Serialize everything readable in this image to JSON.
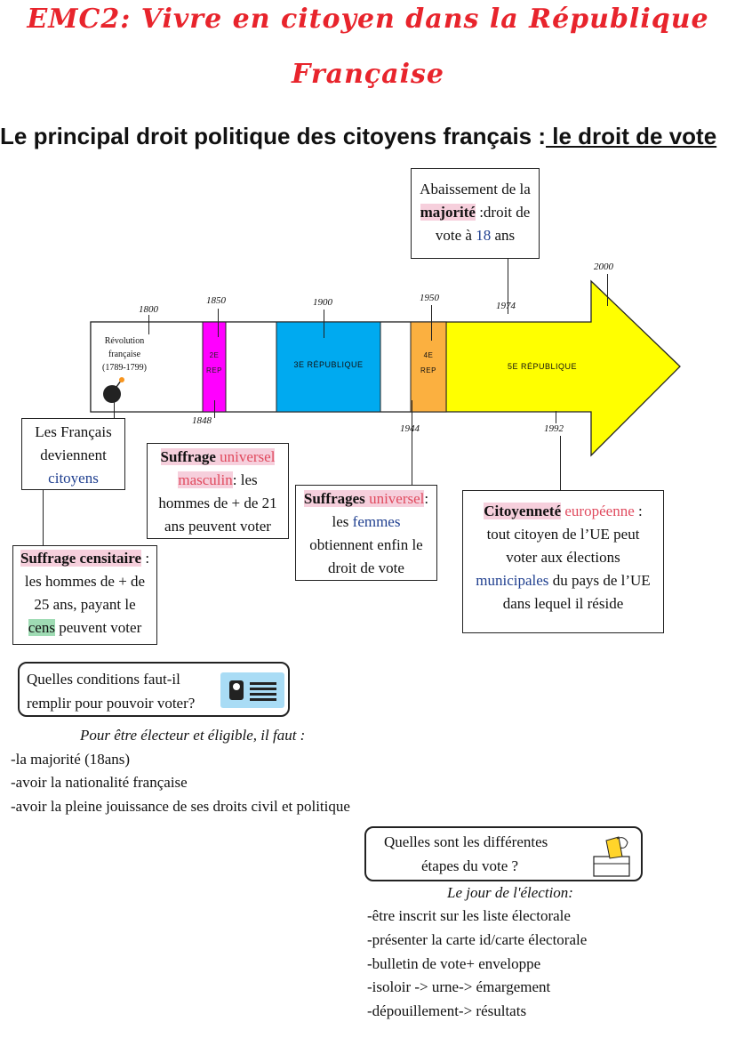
{
  "title": {
    "line1": "EMC2: Vivre en citoyen dans la République",
    "line2": "Française"
  },
  "subtitle": {
    "lead": "Le principal droit politique des citoyens français :",
    "underlined": " le droit de vote"
  },
  "timeline": {
    "years": [
      "1800",
      "1850",
      "1900",
      "1950",
      "2000",
      "1974",
      "1848",
      "1944",
      "1992"
    ],
    "revolution": {
      "l1": "Révolution",
      "l2": "française",
      "l3": "(1789-1799)"
    },
    "eras": {
      "rep2": [
        "2E",
        "REP"
      ],
      "rep3": "3E RÉPUBLIQUE",
      "rep4": [
        "4E",
        "REP"
      ],
      "rep5": "5E RÉPUBLIQUE"
    },
    "colors": {
      "arrow": "#ffff00",
      "rep2": "#ff00ff",
      "rep3": "#00aaf0",
      "rep4": "#fbb040"
    }
  },
  "boxes": {
    "majorite": {
      "p1": "Abaissement de la",
      "b": "majorité",
      "p2": " :droit de",
      "p3": "vote à ",
      "n": "18",
      "p4": " ans"
    },
    "citoyens": {
      "l1": "Les Français",
      "l2": "deviennent",
      "l3": "citoyens"
    },
    "masculin": {
      "b": "Suffrage",
      "r": " universel",
      "r2": "masculin",
      "p": ": les",
      "l3": "hommes de + de 21",
      "l4": "ans peuvent voter"
    },
    "femmes": {
      "b": "Suffrages",
      "r": " universel",
      "p": ":",
      "l2a": "les ",
      "l2b": "femmes",
      "l3": "obtiennent enfin le",
      "l4": "droit de vote"
    },
    "europe": {
      "b": "Citoyenneté",
      "r": " européenne",
      "p": " :",
      "l2": "tout citoyen de l’UE peut",
      "l3": "voter aux élections",
      "l4a": "municipales",
      "l4b": " du pays de l’UE",
      "l5": "dans lequel il réside"
    },
    "censitaire": {
      "b": "Suffrage censitaire",
      "p": " :",
      "l2": "les hommes de + de",
      "l3": "25 ans, payant le",
      "l4a": "cens",
      "l4b": " peuvent voter"
    }
  },
  "q1": {
    "l1": "Quelles conditions faut-il",
    "l2": "remplir pour pouvoir voter?"
  },
  "conditions": {
    "intro": "Pour être électeur et éligible, il faut :",
    "items": [
      "-la majorité (18ans)",
      "-avoir la nationalité française",
      "-avoir la pleine jouissance de ses droits civil et politique"
    ]
  },
  "q2": {
    "l1": "Quelles sont les différentes",
    "l2": "étapes du vote ?"
  },
  "election": {
    "intro": "Le jour de l'élection:",
    "items": [
      "-être inscrit sur les liste électorale",
      "-présenter la carte id/carte électorale",
      "-bulletin de vote+ enveloppe",
      "-isoloir -> urne-> émargement",
      "-dépouillement-> résultats"
    ]
  }
}
